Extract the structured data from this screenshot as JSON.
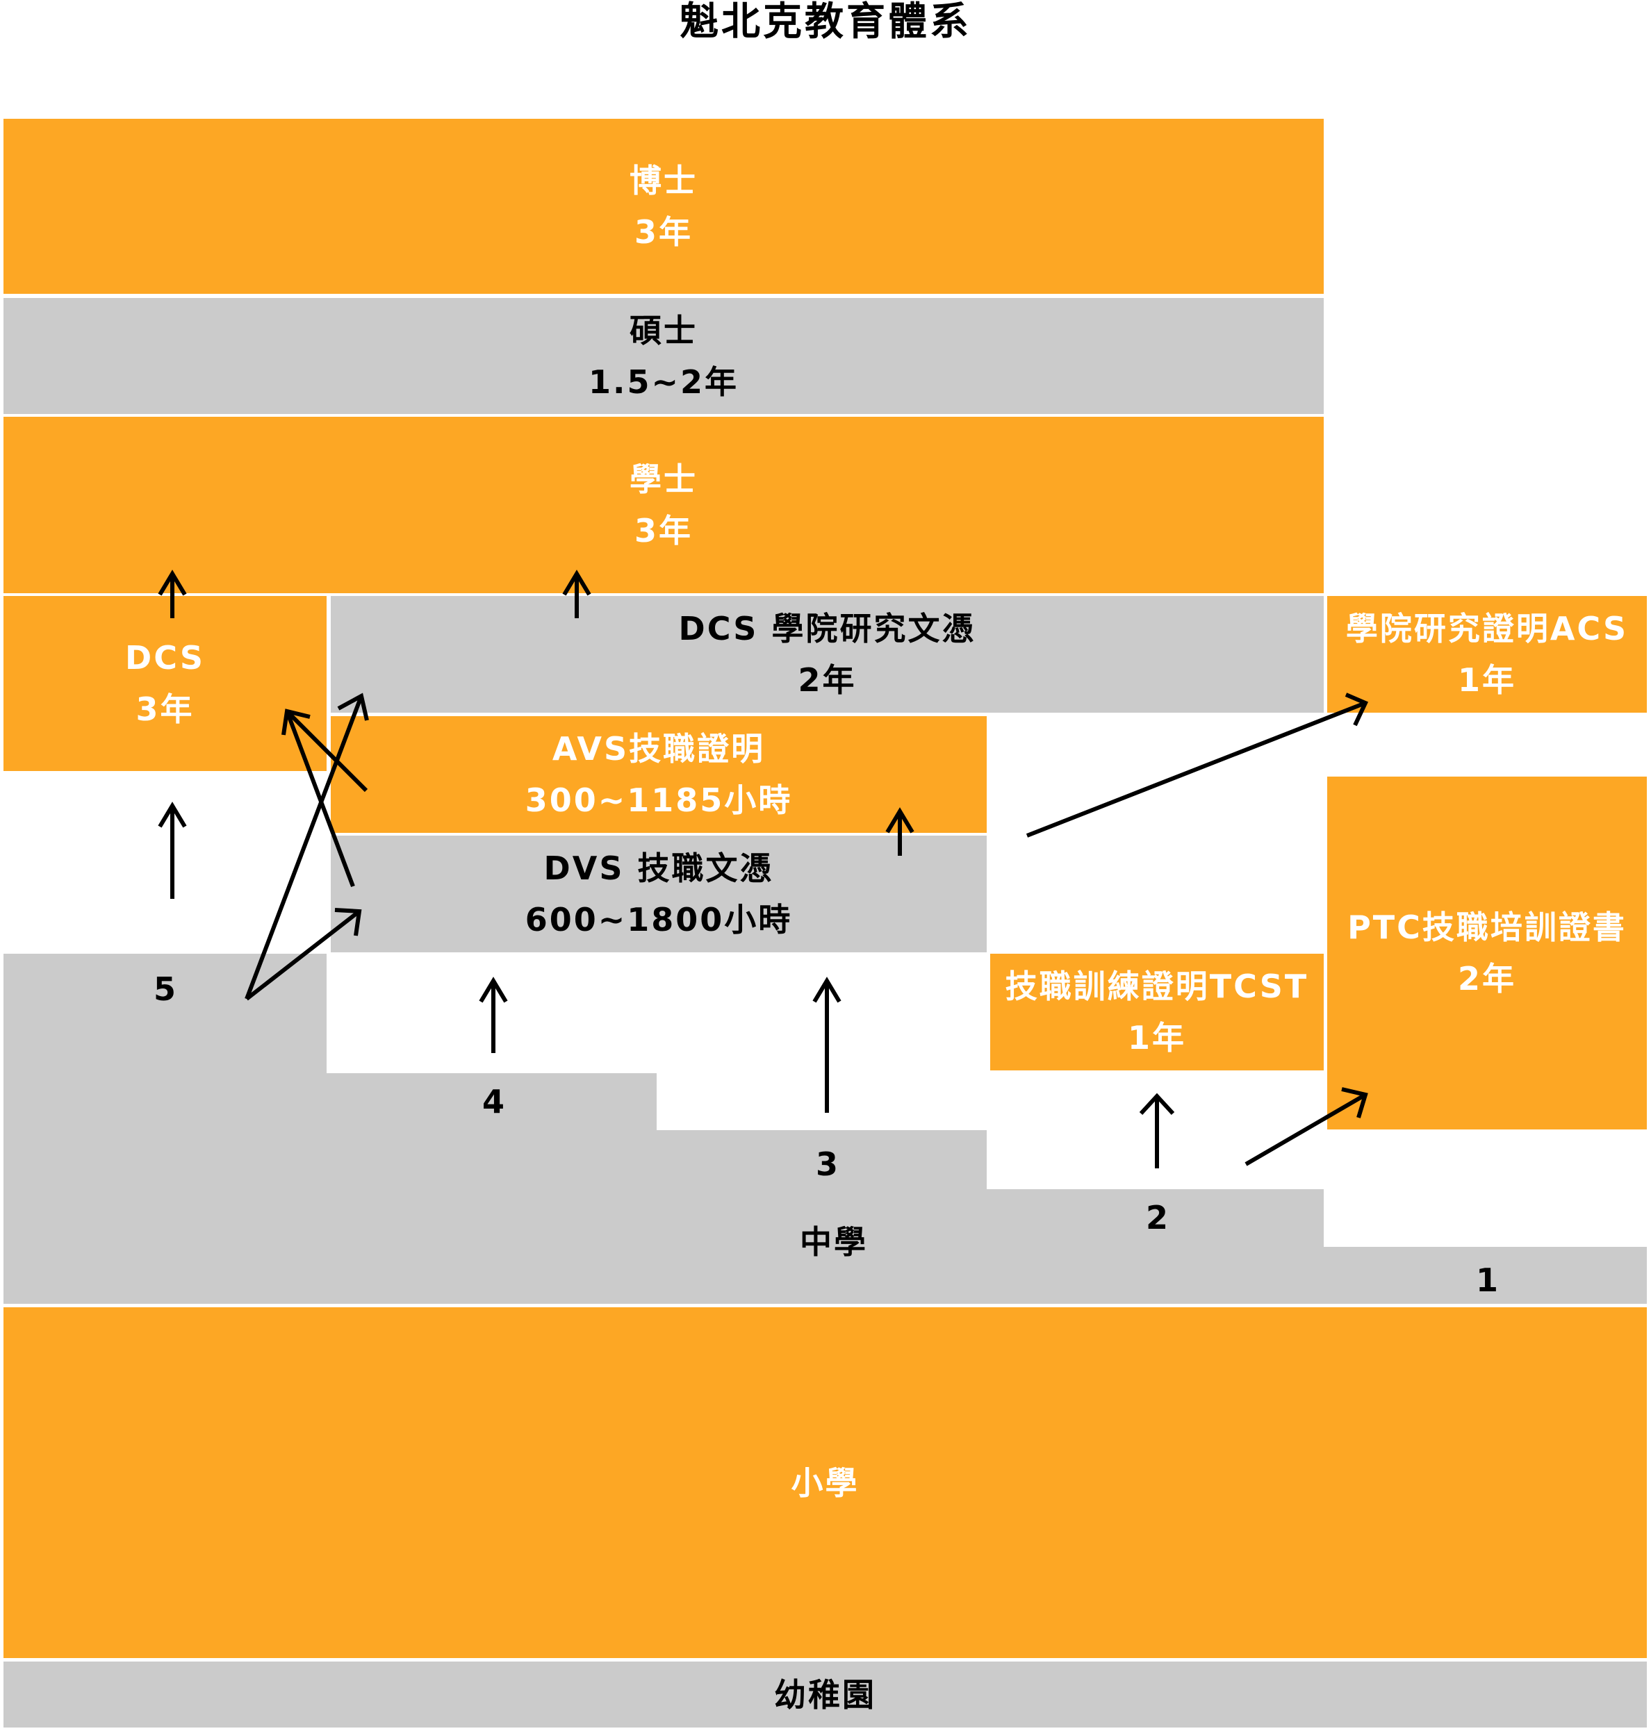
{
  "title": "魁北克教育體系",
  "colors": {
    "orange": "#FDA724",
    "gray": "#CBCBCB",
    "arrow": "#000000"
  },
  "blocks": {
    "phd": {
      "name": "博士",
      "duration": "3年"
    },
    "master": {
      "name": "碩士",
      "duration": "1.5~2年"
    },
    "bachelor": {
      "name": "學士",
      "duration": "3年"
    },
    "dcs": {
      "name": "DCS",
      "duration": "3年"
    },
    "dcs_academic": {
      "name": "DCS 學院研究文憑",
      "duration": "2年"
    },
    "acs": {
      "name": "學院研究證明ACS",
      "duration": "1年"
    },
    "avs": {
      "name": "AVS技職證明",
      "duration": "300~1185小時"
    },
    "dvs": {
      "name": "DVS 技職文憑",
      "duration": "600~1800小時"
    },
    "ptc": {
      "name": "PTC技職培訓證書",
      "duration": "2年"
    },
    "tcst": {
      "name": "技職訓練證明TCST",
      "duration": "1年"
    },
    "secondary": {
      "name": "中學"
    },
    "primary": {
      "name": "小學"
    },
    "kindergarten": {
      "name": "幼稚園"
    }
  },
  "secondary_levels": [
    "1",
    "2",
    "3",
    "4",
    "5"
  ],
  "arrows": [
    {
      "from": "dcs",
      "to": "bachelor"
    },
    {
      "from": "dcs_academic",
      "to": "bachelor"
    },
    {
      "from": "secondary-5",
      "to": "dcs"
    },
    {
      "from": "secondary-5",
      "to": "dcs_academic"
    },
    {
      "from": "secondary-5",
      "to": "dvs"
    },
    {
      "from": "dvs",
      "to": "dcs"
    },
    {
      "from": "avs",
      "to": "dcs"
    },
    {
      "from": "dvs",
      "to": "avs"
    },
    {
      "from": "secondary-4",
      "to": "dvs"
    },
    {
      "from": "secondary-3",
      "to": "dvs"
    },
    {
      "from": "avs",
      "to": "acs"
    },
    {
      "from": "secondary-2",
      "to": "tcst"
    },
    {
      "from": "secondary-2",
      "to": "ptc"
    }
  ]
}
